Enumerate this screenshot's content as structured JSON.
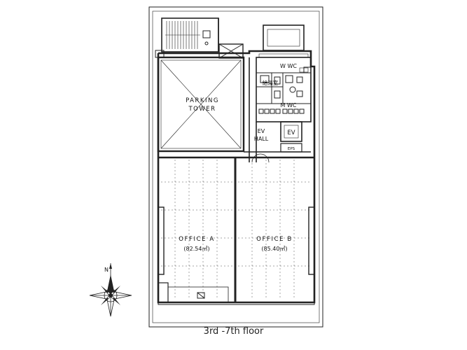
{
  "plan": {
    "caption": "3rd -7th floor",
    "rooms": {
      "parking_line1": "PARKING",
      "parking_line2": "TOWER",
      "ev_hall_line1": "EV",
      "ev_hall_line2": "HALL",
      "elevator": "EV",
      "w_wc": "W  WC",
      "m_wc": "M  WC",
      "pantry": "給湯室",
      "eps": "EPS",
      "office_a": "OFFICE A",
      "office_a_area": "(82.54㎡)",
      "office_b": "OFFICE B",
      "office_b_area": "(85.40㎡)"
    },
    "compass": {
      "north": "N"
    }
  }
}
